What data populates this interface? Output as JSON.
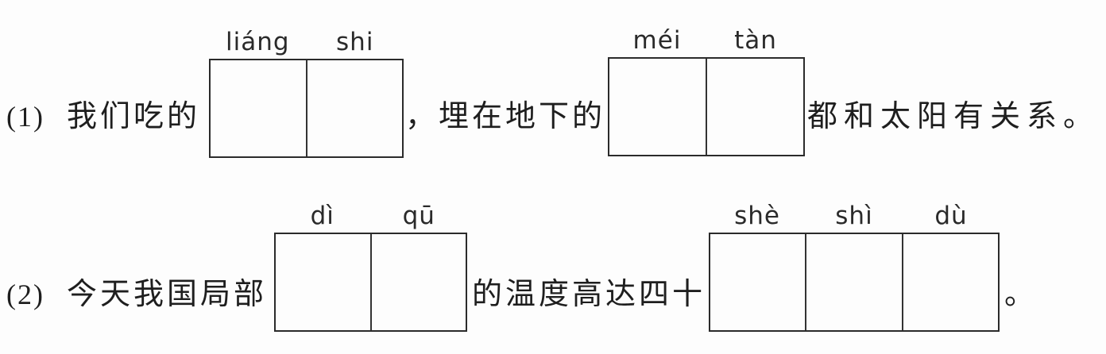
{
  "worksheet": {
    "colors": {
      "background": "#fdfdfd",
      "text": "#1e1e1e",
      "box_border": "#2b2b2b"
    },
    "items": [
      {
        "number": "(1)",
        "lead_text": "我们吃的",
        "box_group_1": {
          "pinyin": [
            "liáng",
            "shi"
          ]
        },
        "middle_text": "，埋在地下的",
        "box_group_2": {
          "pinyin": [
            "méi",
            "tàn"
          ]
        },
        "tail_text": "都和太阳有关系。"
      },
      {
        "number": "(2)",
        "lead_text": "今天我国局部",
        "box_group_1": {
          "pinyin": [
            "dì",
            "qū"
          ]
        },
        "middle_text": "的温度高达四十",
        "box_group_2": {
          "pinyin": [
            "shè",
            "shì",
            "dù"
          ]
        },
        "tail_text": "。"
      }
    ]
  }
}
